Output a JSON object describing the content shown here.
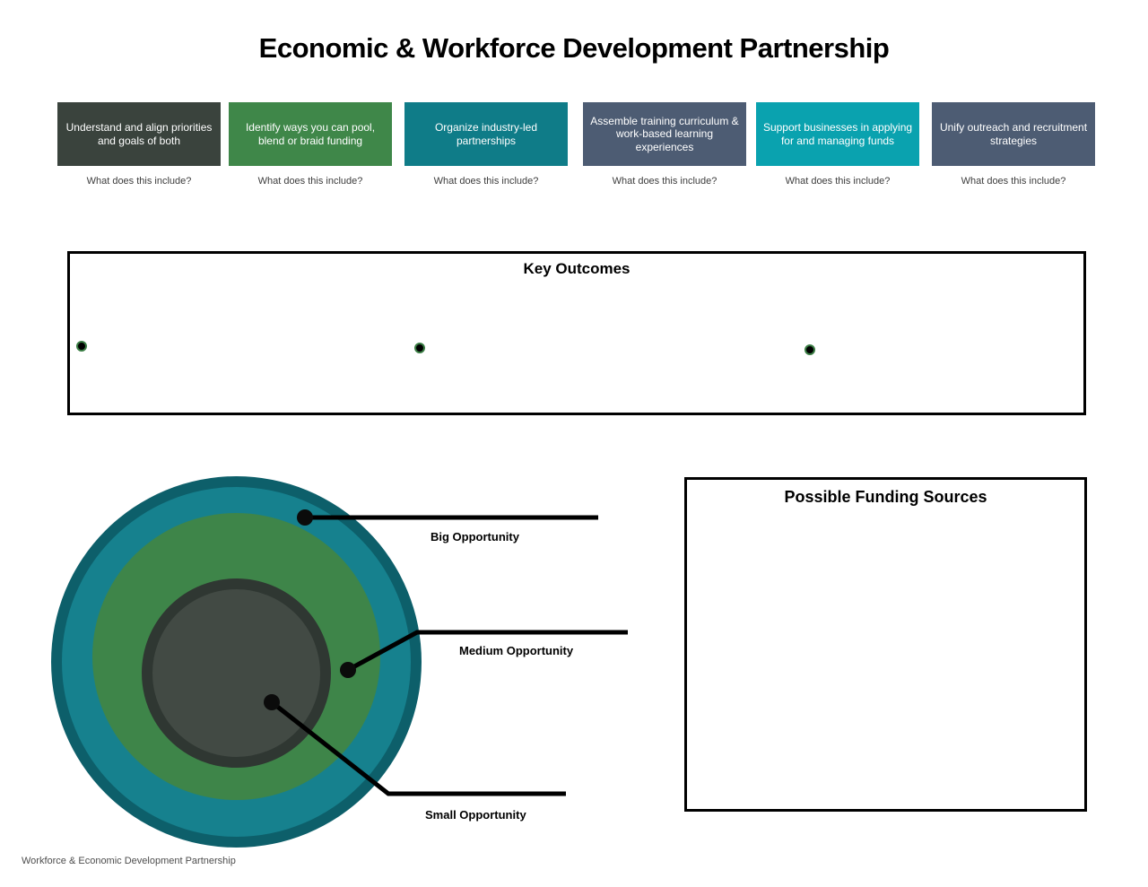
{
  "title": "Economic & Workforce Development Partnership",
  "pillars": [
    {
      "label": "Understand and align priorities and goals of both",
      "color": "#3a433d",
      "question": "What does this include?"
    },
    {
      "label": "Identify ways you can pool, blend or braid funding",
      "color": "#3f8749",
      "question": "What does this include?"
    },
    {
      "label": "Organize industry-led partnerships",
      "color": "#0f7c88",
      "question": "What does this include?"
    },
    {
      "label": "Assemble training curriculum & work-based learning experiences",
      "color": "#4d5c73",
      "question": "What does this include?"
    },
    {
      "label": "Support businesses in applying for and managing funds",
      "color": "#0aa2af",
      "question": "What does this include?"
    },
    {
      "label": "Unify outreach and recruitment strategies",
      "color": "#4d5c73",
      "question": "What does this include?"
    }
  ],
  "key_outcomes": {
    "title": "Key Outcomes",
    "bullet_count": 3
  },
  "funding": {
    "title": "Possible Funding Sources"
  },
  "venn": {
    "labels": {
      "big": "Big Opportunity",
      "medium": "Medium Opportunity",
      "small": "Small Opportunity"
    },
    "colors": {
      "outer_fill": "#16818e",
      "outer_ring": "#0d5f6a",
      "middle_fill": "#3e8549",
      "inner_fill": "#424a44",
      "inner_ring": "#2f3732",
      "callout_line": "#000000"
    }
  },
  "footer": "Workforce & Economic Development Partnership"
}
